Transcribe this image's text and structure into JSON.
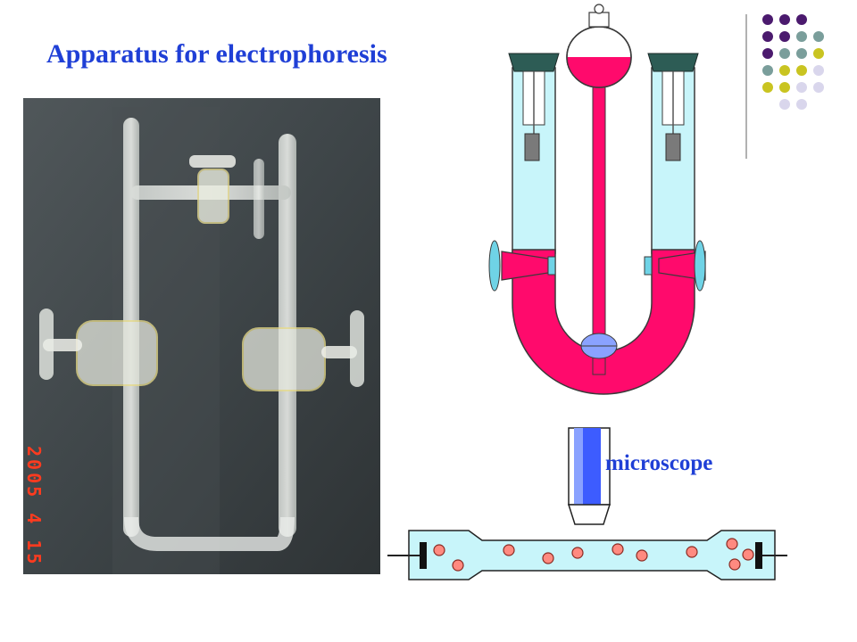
{
  "slide": {
    "title": "Apparatus for electrophoresis",
    "photo_date_stamp": "2005 4 15",
    "microscope_label": "microscope"
  },
  "colors": {
    "title": "#1f3fd6",
    "liquid_pink": "#ff0a6c",
    "tube_cyan": "#c8f5fa",
    "stopper_dark": "#2d5c55",
    "particle": "#ff8a80",
    "deco_purple": "#4b1a6e",
    "deco_teal": "#7a9e9b",
    "deco_olive": "#c9c421",
    "deco_lavender": "#d9d6ec"
  },
  "icons": [
    "photo-of-apparatus",
    "u-tube-diagram",
    "microscope-objective",
    "particle-cell"
  ],
  "deco_dots": [
    [
      "purple",
      "purple",
      "purple"
    ],
    [
      "purple",
      "purple",
      "teal",
      "teal"
    ],
    [
      "purple",
      "teal",
      "teal",
      "olive"
    ],
    [
      "teal",
      "olive",
      "olive",
      "lavender"
    ],
    [
      "olive",
      "olive",
      "lavender",
      "lavender"
    ],
    [
      "lavender",
      "lavender"
    ]
  ]
}
